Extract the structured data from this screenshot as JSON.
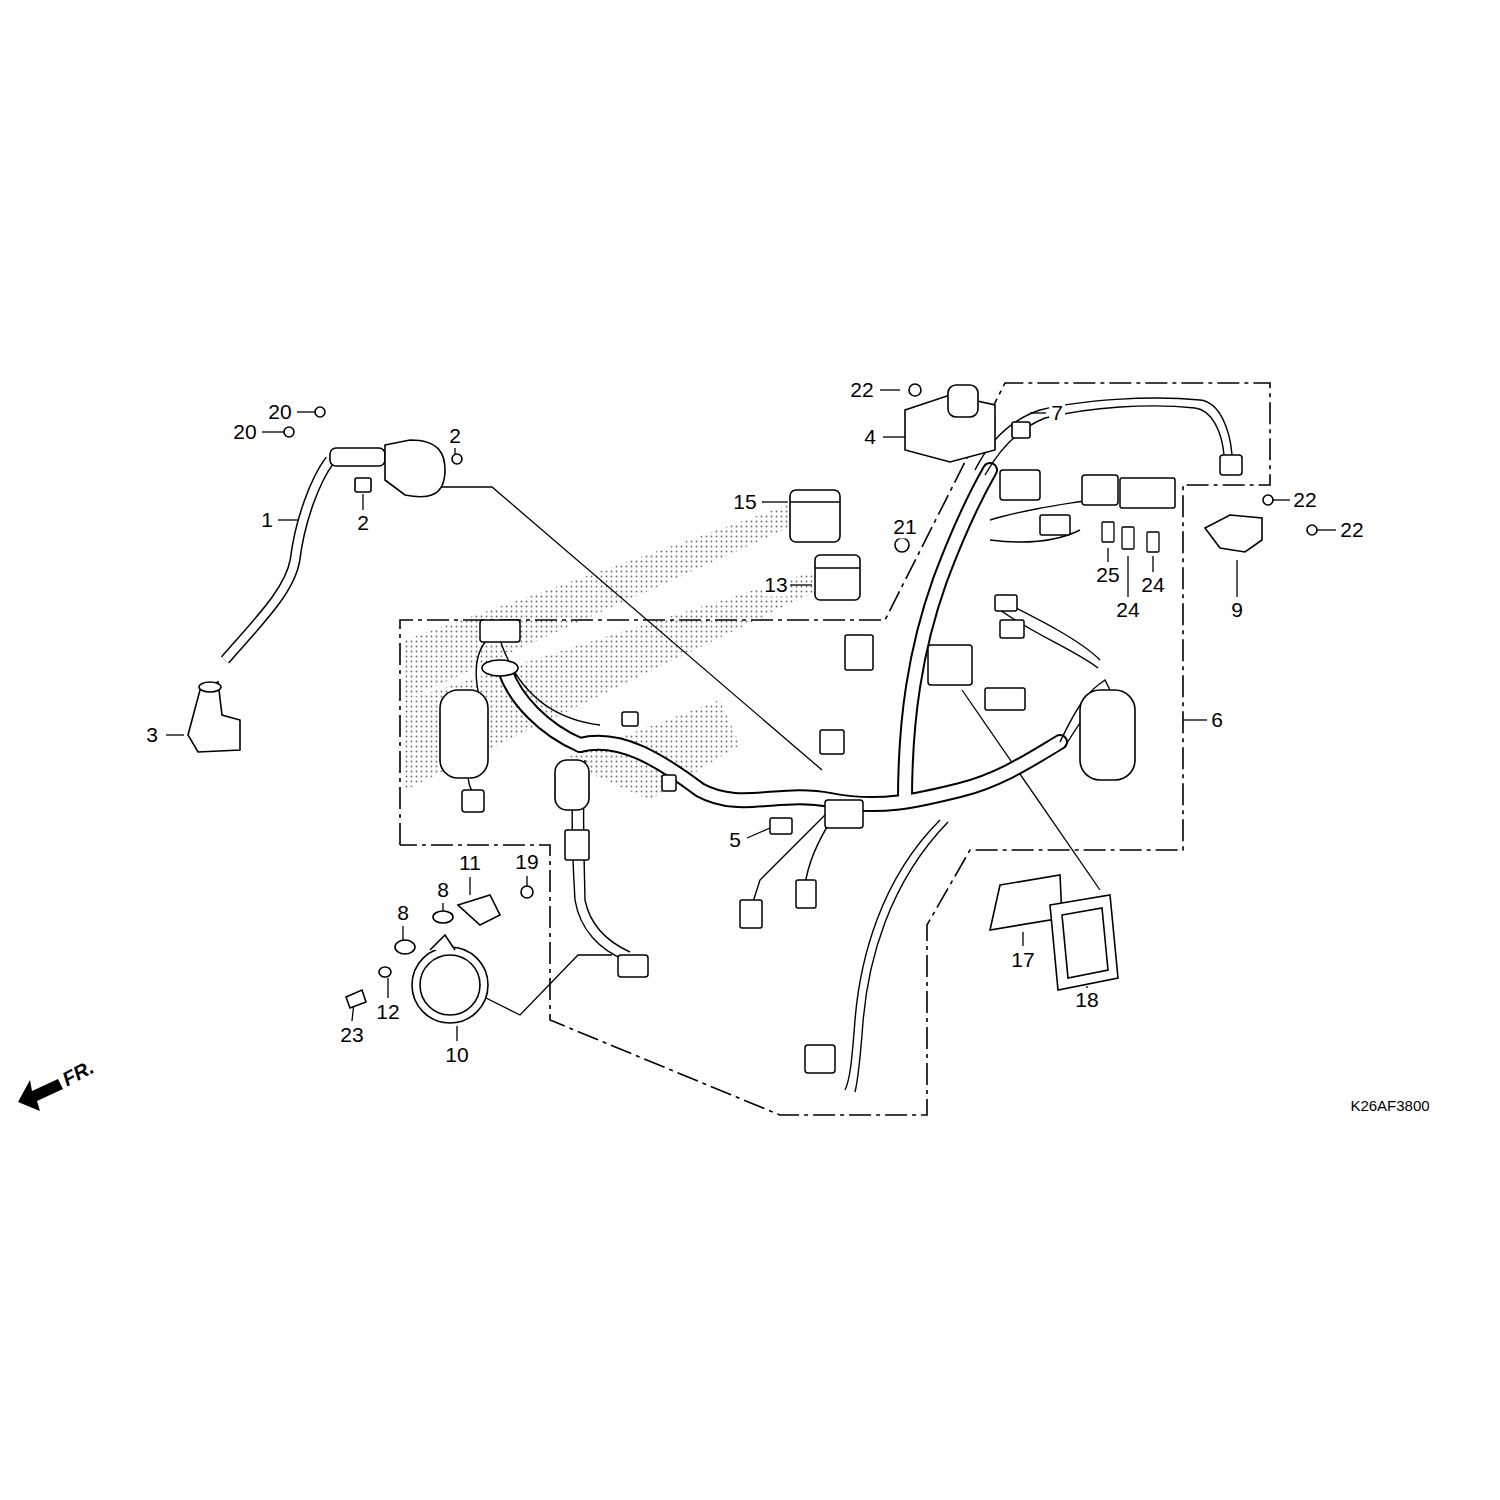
{
  "diagram": {
    "labels": [
      "22",
      "20",
      "7",
      "20",
      "2",
      "4",
      "15",
      "22",
      "1",
      "2",
      "21",
      "22",
      "25",
      "24",
      "13",
      "24",
      "9",
      "6",
      "3",
      "5",
      "11",
      "19",
      "8",
      "8",
      "17",
      "18",
      "12",
      "23",
      "10",
      "FR.",
      "K26AF3800"
    ]
  }
}
